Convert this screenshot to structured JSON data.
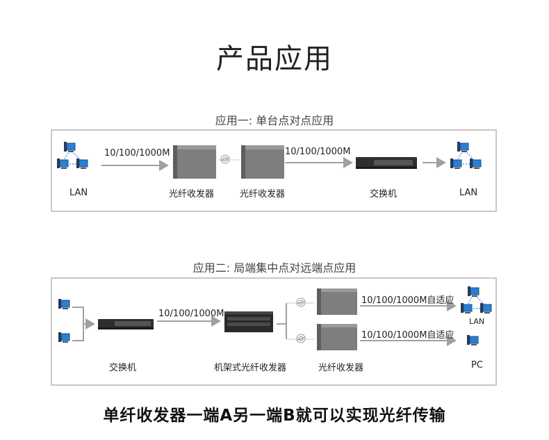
{
  "title": "产品应用",
  "app1": {
    "title": "应用一: 单台点对点应用",
    "speed": "10/100/1000M",
    "lan_left": "LAN",
    "lan_right": "LAN",
    "converter1": "光纤收发器",
    "converter2": "光纤收发器",
    "switch": "交换机"
  },
  "app2": {
    "title": "应用二: 局端集中点对远端点应用",
    "speed": "10/100/1000M",
    "speed_auto1": "10/100/1000M自适应",
    "speed_auto2": "10/100/1000M自适应",
    "switch": "交换机",
    "rack": "机架式光纤收发器",
    "converters": "光纤收发器",
    "lan": "LAN",
    "pc": "PC"
  },
  "footer": "单纤收发器一端A另一端B就可以实现光纤传输",
  "colors": {
    "arrow": "#a0a0a0",
    "device": "#7a7a7a",
    "monitor": "#2a7fd4",
    "border": "#c8c8c8"
  }
}
